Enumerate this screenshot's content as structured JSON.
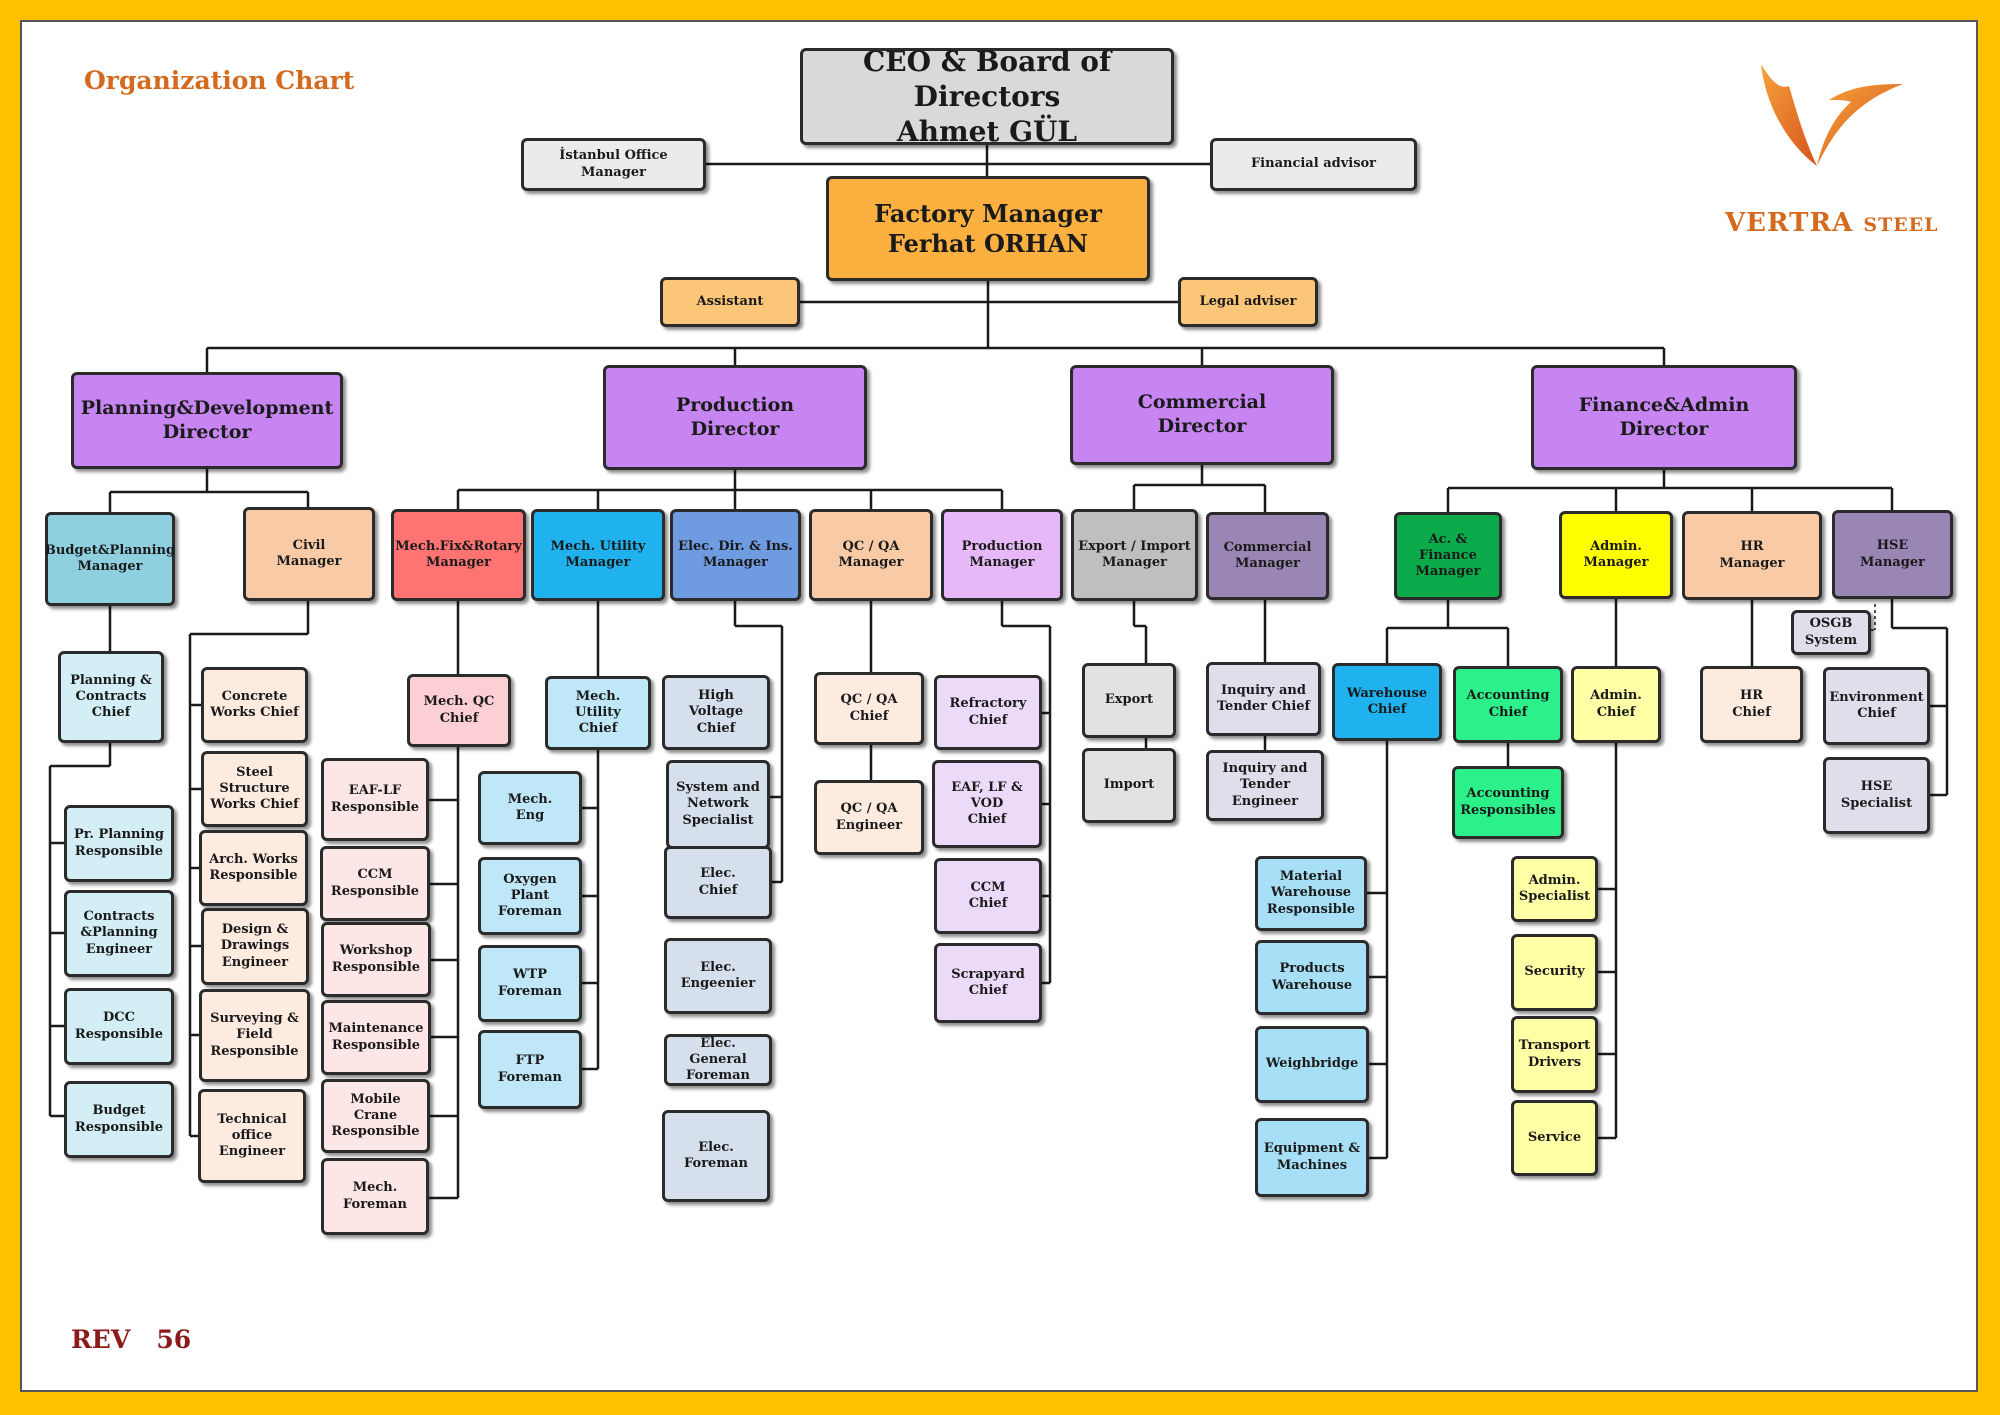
{
  "title": "Organization Chart",
  "revision": {
    "label": "REV",
    "number": "56"
  },
  "brand": {
    "name": "VERTRA",
    "suffix": "STEEL"
  },
  "logo_icon": "vertra-v-logo",
  "colors": {
    "border": "#FFC000",
    "title": "#D46A1E",
    "revision": "#8B1A1A",
    "ceo": "#D9D9D9",
    "factory": "#FBB040",
    "director": "#C785F2"
  },
  "nodes": [
    {
      "id": "ceo",
      "text": "CEO & Board of Directors\nAhmet GÜL",
      "bg": "#D9D9D9"
    },
    {
      "id": "istanbul",
      "text": "İstanbul Office Manager",
      "bg": "#EBEBEB"
    },
    {
      "id": "financial",
      "text": "Financial advisor",
      "bg": "#EBEBEB"
    },
    {
      "id": "factory",
      "text": "Factory Manager\nFerhat ORHAN",
      "bg": "#FBB040"
    },
    {
      "id": "assistant",
      "text": "Assistant",
      "bg": "#FCC679"
    },
    {
      "id": "legal",
      "text": "Legal adviser",
      "bg": "#FCC679"
    },
    {
      "id": "pdd",
      "text": "Planning&Development\nDirector",
      "bg": "#C785F2"
    },
    {
      "id": "prd",
      "text": "Production\nDirector",
      "bg": "#C785F2"
    },
    {
      "id": "cmd",
      "text": "Commercial\nDirector",
      "bg": "#C785F2"
    },
    {
      "id": "fad",
      "text": "Finance&Admin\nDirector",
      "bg": "#C785F2"
    },
    {
      "id": "bpm",
      "text": "Budget&Planning\nManager",
      "bg": "#8ECFE0"
    },
    {
      "id": "civ",
      "text": "Civil\nManager",
      "bg": "#F8CBA6"
    },
    {
      "id": "mfr",
      "text": "Mech.Fix&Rotary\nManager",
      "bg": "#FF7373"
    },
    {
      "id": "mum",
      "text": "Mech. Utility\nManager",
      "bg": "#1FB2EF"
    },
    {
      "id": "edm",
      "text": "Elec. Dir. & Ins.\nManager",
      "bg": "#6F9BE0"
    },
    {
      "id": "qam",
      "text": "QC / QA\nManager",
      "bg": "#F8CBA6"
    },
    {
      "id": "prm",
      "text": "Production\nManager",
      "bg": "#E6B8F7"
    },
    {
      "id": "eim",
      "text": "Export / Import\nManager",
      "bg": "#BFBFBF"
    },
    {
      "id": "com",
      "text": "Commercial\nManager",
      "bg": "#9A86B4"
    },
    {
      "id": "acm",
      "text": "Ac. & Finance\nManager",
      "bg": "#0BAA4A"
    },
    {
      "id": "adm",
      "text": "Admin.\nManager",
      "bg": "#FFFF00"
    },
    {
      "id": "hrm",
      "text": "HR\nManager",
      "bg": "#F8CBA6"
    },
    {
      "id": "hsm",
      "text": "HSE\nManager",
      "bg": "#9A86B4"
    },
    {
      "id": "ppc",
      "text": "Planning &\nContracts\nChief",
      "bg": "#D3EEF5"
    },
    {
      "id": "prr",
      "text": "Pr. Planning\nResponsible",
      "bg": "#D3EEF5"
    },
    {
      "id": "cpe",
      "text": "Contracts\n&Planning\nEngineer",
      "bg": "#D3EEF5"
    },
    {
      "id": "dcc",
      "text": "DCC\nResponsible",
      "bg": "#D3EEF5"
    },
    {
      "id": "bud",
      "text": "Budget\nResponsible",
      "bg": "#D3EEF5"
    },
    {
      "id": "cwc",
      "text": "Concrete\nWorks Chief",
      "bg": "#FDEBDF"
    },
    {
      "id": "ssw",
      "text": "Steel Structure\nWorks Chief",
      "bg": "#FDEBDF"
    },
    {
      "id": "arw",
      "text": "Arch. Works\nResponsible",
      "bg": "#FDEBDF"
    },
    {
      "id": "dde",
      "text": "Design &\nDrawings\nEngineer",
      "bg": "#FDEBDF"
    },
    {
      "id": "sfr",
      "text": "Surveying &\nField\nResponsible",
      "bg": "#FDEBDF"
    },
    {
      "id": "toe",
      "text": "Technical office\nEngineer",
      "bg": "#FDEBDF"
    },
    {
      "id": "mqc",
      "text": "Mech. QC Chief",
      "bg": "#FCCFD5"
    },
    {
      "id": "eaf",
      "text": "EAF-LF\nResponsible",
      "bg": "#FDE6E6"
    },
    {
      "id": "ccmr",
      "text": "CCM\nResponsible",
      "bg": "#FDE6E6"
    },
    {
      "id": "wsr",
      "text": "Workshop\nResponsible",
      "bg": "#FDE6E6"
    },
    {
      "id": "mtr",
      "text": "Maintenance\nResponsible",
      "bg": "#FDE6E6"
    },
    {
      "id": "mcr",
      "text": "Mobile Crane\nResponsible",
      "bg": "#FDE6E6"
    },
    {
      "id": "mfm",
      "text": "Mech. Foreman",
      "bg": "#FDE6E6"
    },
    {
      "id": "muc",
      "text": "Mech. Utility\nChief",
      "bg": "#BFE7F8"
    },
    {
      "id": "meng",
      "text": "Mech.\nEng",
      "bg": "#BFE7F8"
    },
    {
      "id": "opf",
      "text": "Oxygen Plant\nForeman",
      "bg": "#BFE7F8"
    },
    {
      "id": "wtp",
      "text": "WTP\nForeman",
      "bg": "#BFE7F8"
    },
    {
      "id": "ftp",
      "text": "FTP\nForeman",
      "bg": "#BFE7F8"
    },
    {
      "id": "hvc",
      "text": "High Voltage\nChief",
      "bg": "#D6DFEC"
    },
    {
      "id": "sns",
      "text": "System and\nNetwork\nSpecialist",
      "bg": "#D6DFEC"
    },
    {
      "id": "elc",
      "text": "Elec.\nChief",
      "bg": "#D6DFEC"
    },
    {
      "id": "ele",
      "text": "Elec.\nEngeenier",
      "bg": "#D6DFEC"
    },
    {
      "id": "egf",
      "text": "Elec. General\nForeman",
      "bg": "#D6DFEC"
    },
    {
      "id": "elf",
      "text": "Elec.\nForeman",
      "bg": "#D6DFEC"
    },
    {
      "id": "qac",
      "text": "QC / QA\nChief",
      "bg": "#FDEBDF"
    },
    {
      "id": "qae",
      "text": "QC / QA\nEngineer",
      "bg": "#FDEBDF"
    },
    {
      "id": "rfc",
      "text": "Refractory\nChief",
      "bg": "#EBDAF8"
    },
    {
      "id": "evc",
      "text": "EAF, LF & VOD\nChief",
      "bg": "#EBDAF8"
    },
    {
      "id": "ccc",
      "text": "CCM\nChief",
      "bg": "#EBDAF8"
    },
    {
      "id": "spc",
      "text": "Scrapyard\nChief",
      "bg": "#EBDAF8"
    },
    {
      "id": "exp",
      "text": "Export",
      "bg": "#E2E2E2"
    },
    {
      "id": "imp",
      "text": "Import",
      "bg": "#E2E2E2"
    },
    {
      "id": "itc",
      "text": "Inquiry and\nTender Chief",
      "bg": "#E2DDEB"
    },
    {
      "id": "ite",
      "text": "Inquiry and\nTender Engineer",
      "bg": "#E2DDEB"
    },
    {
      "id": "whc",
      "text": "Warehouse\nChief",
      "bg": "#1FB2EF"
    },
    {
      "id": "mwr",
      "text": "Material\nWarehouse\nResponsible",
      "bg": "#A6DFF6"
    },
    {
      "id": "pwh",
      "text": "Products\nWarehouse",
      "bg": "#A6DFF6"
    },
    {
      "id": "wbr",
      "text": "Weighbridge",
      "bg": "#A6DFF6"
    },
    {
      "id": "eqm",
      "text": "Equipment &\nMachines",
      "bg": "#A6DFF6"
    },
    {
      "id": "acc",
      "text": "Accounting\nChief",
      "bg": "#2CF08A"
    },
    {
      "id": "acr",
      "text": "Accounting\nResponsibles",
      "bg": "#2CF08A"
    },
    {
      "id": "adc",
      "text": "Admin.\nChief",
      "bg": "#FFFFA6"
    },
    {
      "id": "ads",
      "text": "Admin.\nSpecialist",
      "bg": "#FFFFA6"
    },
    {
      "id": "sec",
      "text": "Security",
      "bg": "#FFFFA6"
    },
    {
      "id": "trd",
      "text": "Transport\nDrivers",
      "bg": "#FFFFA6"
    },
    {
      "id": "svc",
      "text": "Service",
      "bg": "#FFFFA6"
    },
    {
      "id": "hrc",
      "text": "HR\nChief",
      "bg": "#FDEBDF"
    },
    {
      "id": "osg",
      "text": "OSGB\nSystem",
      "bg": "#E2DDEB"
    },
    {
      "id": "env",
      "text": "Environment\nChief",
      "bg": "#E2DDEB"
    },
    {
      "id": "hss",
      "text": "HSE\nSpecialist",
      "bg": "#E2DDEB"
    }
  ]
}
